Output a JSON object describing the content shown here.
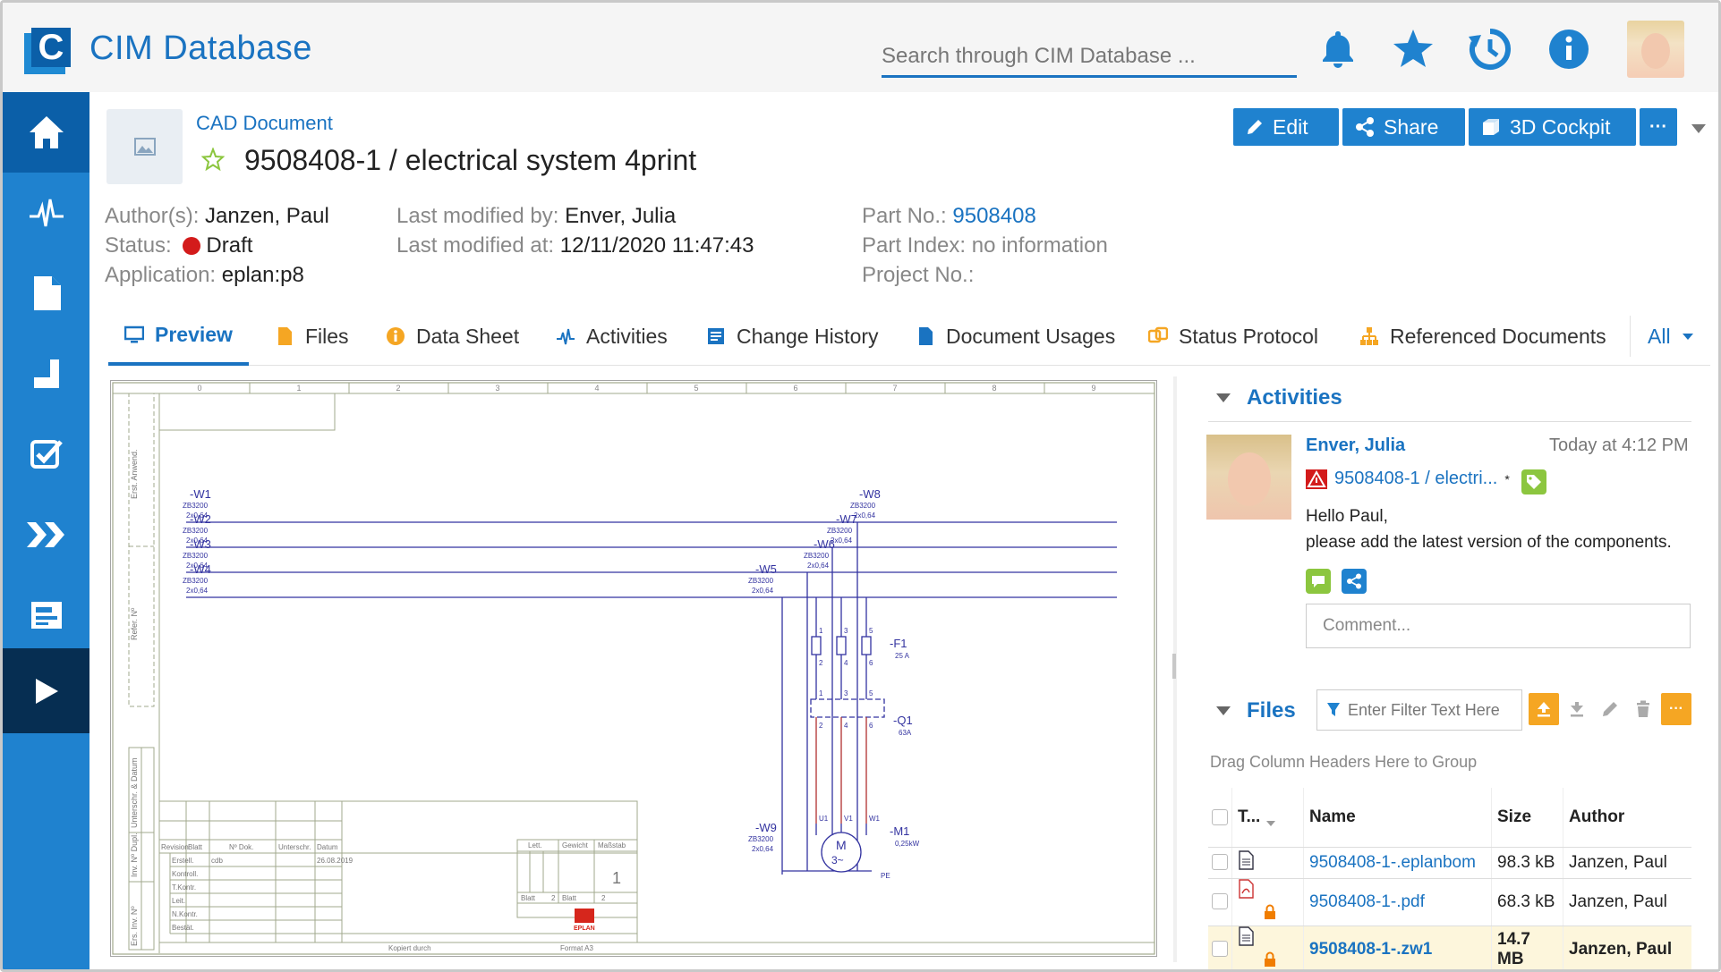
{
  "app": {
    "title": "CIM Database"
  },
  "search": {
    "placeholder": "Search through CIM Database ..."
  },
  "document": {
    "type": "CAD Document",
    "title": "9508408-1 / electrical system 4print",
    "meta": {
      "authors_label": "Author(s):",
      "authors": "Janzen, Paul",
      "status_label": "Status:",
      "status": "Draft",
      "application_label": "Application:",
      "application": "eplan:p8",
      "modified_by_label": "Last modified by:",
      "modified_by": "Enver, Julia",
      "modified_at_label": "Last modified at:",
      "modified_at": "12/11/2020 11:47:43",
      "part_no_label": "Part No.:",
      "part_no": "9508408",
      "part_index_label": "Part Index:",
      "part_index": "no information",
      "project_no_label": "Project No.:"
    }
  },
  "actions": {
    "edit": "Edit",
    "share": "Share",
    "cockpit": "3D Cockpit",
    "more": "···"
  },
  "tabs": [
    {
      "label": "Preview"
    },
    {
      "label": "Files"
    },
    {
      "label": "Data Sheet"
    },
    {
      "label": "Activities"
    },
    {
      "label": "Change History"
    },
    {
      "label": "Document Usages"
    },
    {
      "label": "Status Protocol"
    },
    {
      "label": "Referenced Documents"
    },
    {
      "label": "All"
    }
  ],
  "drawing": {
    "columns": [
      "0",
      "1",
      "2",
      "3",
      "4",
      "5",
      "6",
      "7",
      "8",
      "9"
    ],
    "side_labels": [
      "Erst. Anwend.",
      "Refer. Nº",
      "Unterschr. & Datum",
      "Inv. Nº Dupl.",
      "Ers. Inv. Nº"
    ],
    "wires": [
      {
        "id": "-W1",
        "spec": "ZB3200",
        "size": "2x0,64"
      },
      {
        "id": "-W2",
        "spec": "ZB3200",
        "size": "2x0,64"
      },
      {
        "id": "-W3",
        "spec": "ZB3200",
        "size": "2x0,64"
      },
      {
        "id": "-W4",
        "spec": "ZB3200",
        "size": "2x0,64"
      },
      {
        "id": "-W5",
        "spec": "ZB3200",
        "size": "2x0,64"
      },
      {
        "id": "-W6",
        "spec": "ZB3200",
        "size": "2x0,64"
      },
      {
        "id": "-W7",
        "spec": "ZB3200",
        "size": "2x0,64"
      },
      {
        "id": "-W8",
        "spec": "ZB3200",
        "size": "2x0,64"
      },
      {
        "id": "-W9",
        "spec": "ZB3200",
        "size": "2x0,64"
      }
    ],
    "fuse": {
      "id": "-F1",
      "rating": "25 A"
    },
    "switch": {
      "id": "-Q1",
      "rating": "63A"
    },
    "motor": {
      "id": "-M1",
      "rating": "0,25kW",
      "symbol": "M",
      "phase": "3~",
      "pe": "PE"
    },
    "terminals": [
      "1",
      "3",
      "5",
      "2",
      "4",
      "6",
      "U1",
      "V1",
      "W1"
    ],
    "title_block": {
      "rows": [
        "Erstell.",
        "Kontroll.",
        "T.Kontr.",
        "Leit.",
        "N.Kontr.",
        "Bestät."
      ],
      "headers": [
        "Revision",
        "Blatt",
        "Nº Dok.",
        "Unterschr.",
        "Datum"
      ],
      "lett": "Lett.",
      "gewicht": "Gewicht",
      "massstab": "Maßstab",
      "scale": "1",
      "blatt": "Blatt",
      "blatt_no": "2",
      "blatt2": "Blatt",
      "blatt2_no": "2",
      "copied": "Kopiert durch",
      "format": "Format A3",
      "logo": "EPLAN",
      "erstell_val": "cdb",
      "date_val": "26.08.2019"
    }
  },
  "activities": {
    "title": "Activities",
    "item": {
      "author": "Enver, Julia",
      "time": "Today at 4:12 PM",
      "doc": "9508408-1 / electri...",
      "doc_mark": "*",
      "message_line1": "Hello Paul,",
      "message_line2": "please add the latest version of the components."
    },
    "comment_placeholder": "Comment..."
  },
  "files": {
    "title": "Files",
    "filter_placeholder": "Enter Filter Text Here",
    "group_hint": "Drag Column Headers Here to Group",
    "columns": {
      "type": "T...",
      "name": "Name",
      "size": "Size",
      "author": "Author"
    },
    "rows": [
      {
        "name": "9508408-1-.eplanbom",
        "size": "98.3 kB",
        "author": "Janzen, Paul",
        "type": "doc",
        "locked": false
      },
      {
        "name": "9508408-1-.pdf",
        "size": "68.3 kB",
        "author": "Janzen, Paul",
        "type": "pdf",
        "locked": true
      },
      {
        "name": "9508408-1-.zw1",
        "size": "14.7 MB",
        "author": "Janzen, Paul",
        "type": "doc",
        "locked": true
      }
    ]
  },
  "colors": {
    "accent": "#1a73c1",
    "sidebar": "#1f82cf",
    "sidebar_active": "#0b5fa8",
    "status_draft": "#d31b1b",
    "toolbar_orange": "#f5a623",
    "green": "#8cc63f"
  }
}
